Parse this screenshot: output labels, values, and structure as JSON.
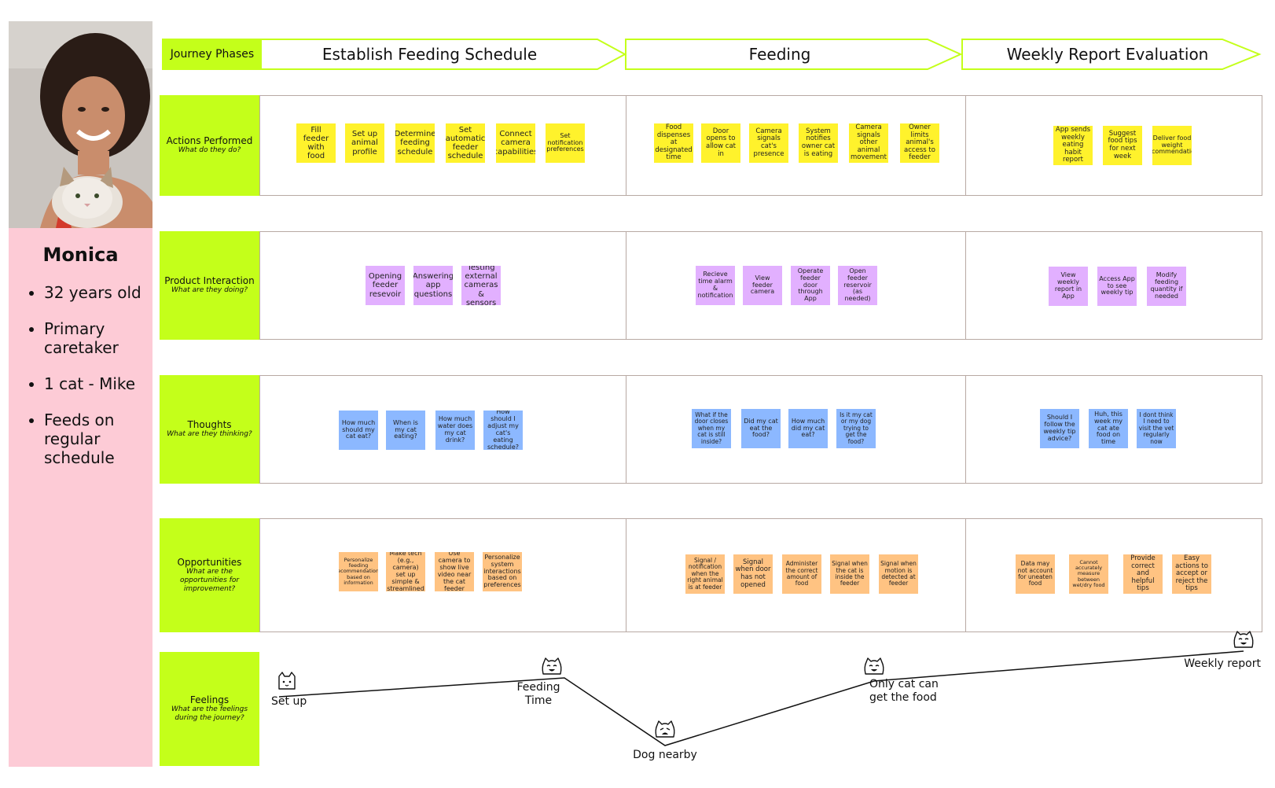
{
  "persona": {
    "name": "Monica",
    "details": [
      "32 years old",
      "Primary caretaker",
      "1 cat - Mike",
      "Feeds on regular schedule"
    ]
  },
  "phases": {
    "label": "Journey Phases",
    "items": [
      "Establish Feeding Schedule",
      "Feeding",
      "Weekly Report Evaluation"
    ]
  },
  "rows": [
    {
      "title": "Actions Performed",
      "subtitle": "What do they do?"
    },
    {
      "title": "Product Interaction",
      "subtitle": "What are they doing?"
    },
    {
      "title": "Thoughts",
      "subtitle": "What are they thinking?"
    },
    {
      "title": "Opportunities",
      "subtitle": "What are the opportunities for improvement?"
    },
    {
      "title": "Feelings",
      "subtitle": "What are the feelings during the journey?"
    }
  ],
  "actions": [
    [
      "Fill feeder with food",
      "Set up animal profile",
      "Determine feeding schedule",
      "Set automatic feeder schedule",
      "Connect camera capabilities",
      "Set notification preferences"
    ],
    [
      "Food dispenses at designated time",
      "Door opens to allow cat in",
      "Camera signals cat's presence",
      "System notifies owner cat is eating",
      "Camera signals other animal movement",
      "Owner limits animal's access to feeder"
    ],
    [
      "App sends weekly eating habit report",
      "Suggest food tips for next week",
      "Deliver food weight recommendation"
    ]
  ],
  "interactions": [
    [
      "Opening feeder resevoir",
      "Answering app questions",
      "Testing external cameras & sensors"
    ],
    [
      "Recieve time alarm & notification",
      "View feeder camera",
      "Operate feeder door through App",
      "Open feeder reservoir (as needed)"
    ],
    [
      "View weekly report in App",
      "Access App to see weekly tip",
      "Modify feeding quantity if needed"
    ]
  ],
  "thoughts": [
    [
      "How much should my cat eat?",
      "When is my cat eating?",
      "How much water does my cat drink?",
      "How should I adjust my cat's eating schedule?"
    ],
    [
      "What if the door closes when my cat is still inside?",
      "Did my cat eat the food?",
      "How much did my cat eat?",
      "Is it my cat or my dog trying to get the food?"
    ],
    [
      "Should I follow the weekly tip advice?",
      "Huh, this week my cat ate food on time",
      "I dont think I need to visit the vet regularly now"
    ]
  ],
  "opportunities": [
    [
      "Personalize feeding recommendations based on information",
      "Make tech (e.g., camera) set up simple & streamlined",
      "Use camera to show live video near the cat feeder",
      "Personalize system interactions based on preferences"
    ],
    [
      "Signal / notification when the right animal is at feeder",
      "Signal when door has not opened",
      "Administer the correct amount of food",
      "Signal when the cat is inside the feeder",
      "Signal when motion is detected at feeder"
    ],
    [
      "Data may not account for uneaten food",
      "Cannot accurately measure between wet/dry food",
      "Provide correct and helpful tips",
      "Easy actions to accept or reject the tips"
    ]
  ],
  "feelings": {
    "points": [
      "Set up",
      "Feeding Time",
      "Dog nearby",
      "Only cat can get the food",
      "Weekly report"
    ]
  },
  "colors": {
    "accent_green": "#c4ff1a",
    "persona_pink": "#fdcbd6",
    "sticky_yellow": "#fff22c",
    "sticky_purple": "#e2b0ff",
    "sticky_blue": "#8cb8ff",
    "sticky_orange": "#ffc382"
  }
}
